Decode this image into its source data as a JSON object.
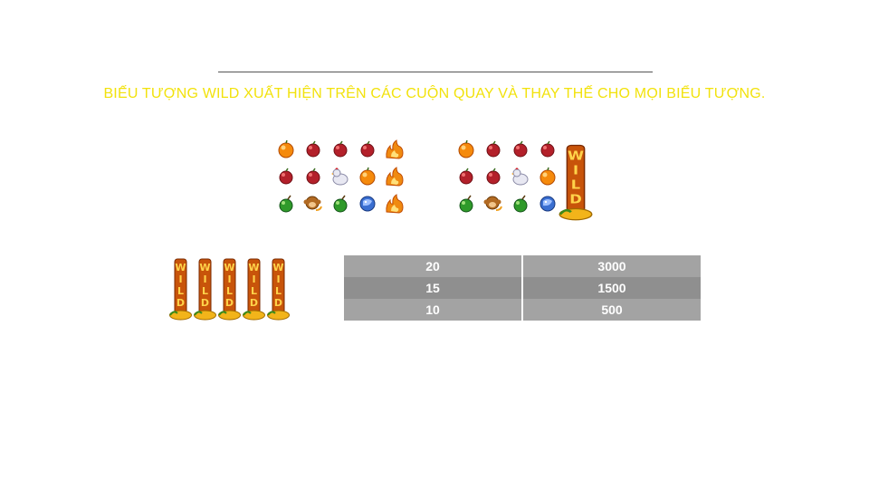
{
  "description": "BIẾU TƯỢNG WILD XUẤT HIỆN TRÊN CÁC CUỘN QUAY VÀ THAY THẾ CHO MỌI BIỂU TƯỢNG.",
  "reels_before": [
    [
      "orange-icon",
      "apple-icon",
      "apple-icon",
      "apple-icon",
      "fire-icon"
    ],
    [
      "apple-icon",
      "apple-icon",
      "chicken-icon",
      "orange-icon",
      "fire-icon"
    ],
    [
      "pear-icon",
      "monkey-icon",
      "pear-icon",
      "dragon-icon",
      "fire-icon"
    ]
  ],
  "reels_after": [
    [
      "orange-icon",
      "apple-icon",
      "apple-icon",
      "apple-icon"
    ],
    [
      "apple-icon",
      "apple-icon",
      "chicken-icon",
      "orange-icon"
    ],
    [
      "pear-icon",
      "monkey-icon",
      "pear-icon",
      "dragon-icon"
    ]
  ],
  "wild_symbol_count": 5,
  "paytable": [
    {
      "count": "20",
      "payout": "3000"
    },
    {
      "count": "15",
      "payout": "1500"
    },
    {
      "count": "10",
      "payout": "500"
    }
  ],
  "colors": {
    "description_text": "#f2e20c",
    "table_row_light": "#a3a3a3",
    "table_row_dark": "#8f8f8f"
  }
}
